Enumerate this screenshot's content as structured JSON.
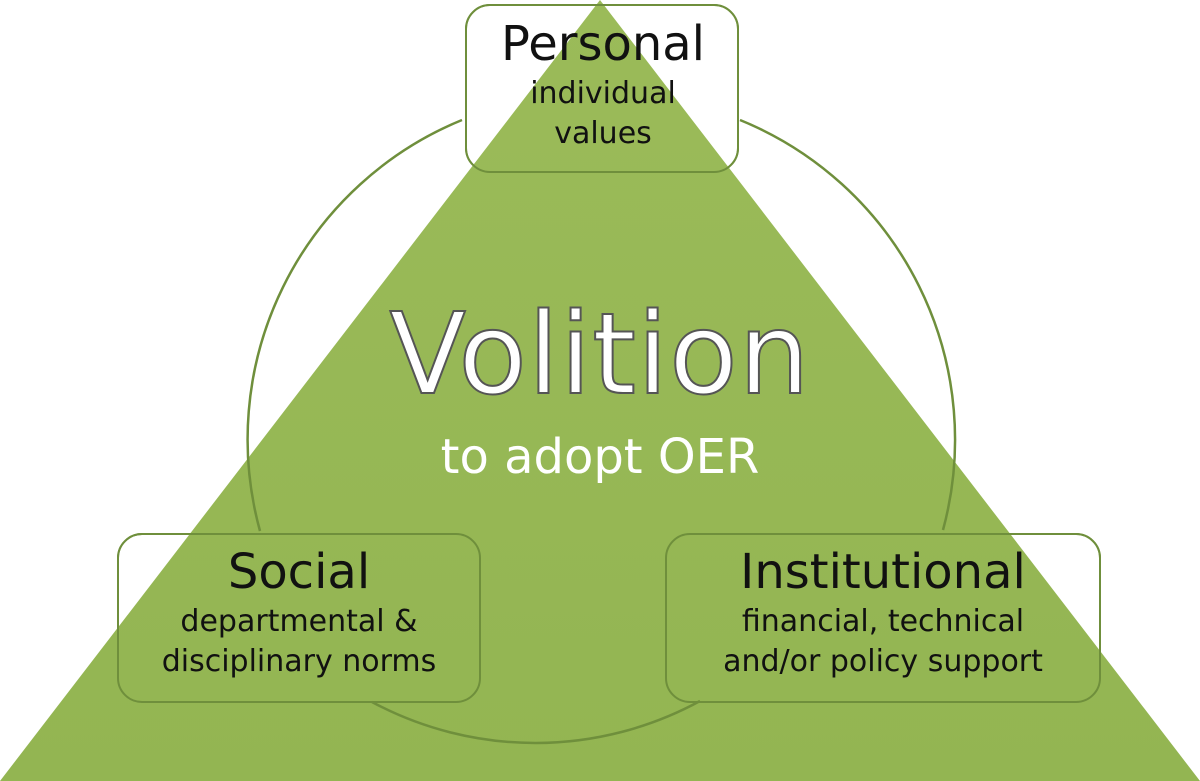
{
  "center": {
    "title": "Volition",
    "subtitle": "to adopt OER"
  },
  "nodes": {
    "personal": {
      "title": "Personal",
      "desc_line1": "individual",
      "desc_line2": "values"
    },
    "social": {
      "title": "Social",
      "desc_line1": "departmental &",
      "desc_line2": "disciplinary norms"
    },
    "institutional": {
      "title": "Institutional",
      "desc_line1": "financial, technical",
      "desc_line2": "and/or policy support"
    }
  },
  "colors": {
    "triangle_fill": "#9bbb59",
    "box_fill": "#ffffff",
    "outline": "#6f8f3c"
  }
}
